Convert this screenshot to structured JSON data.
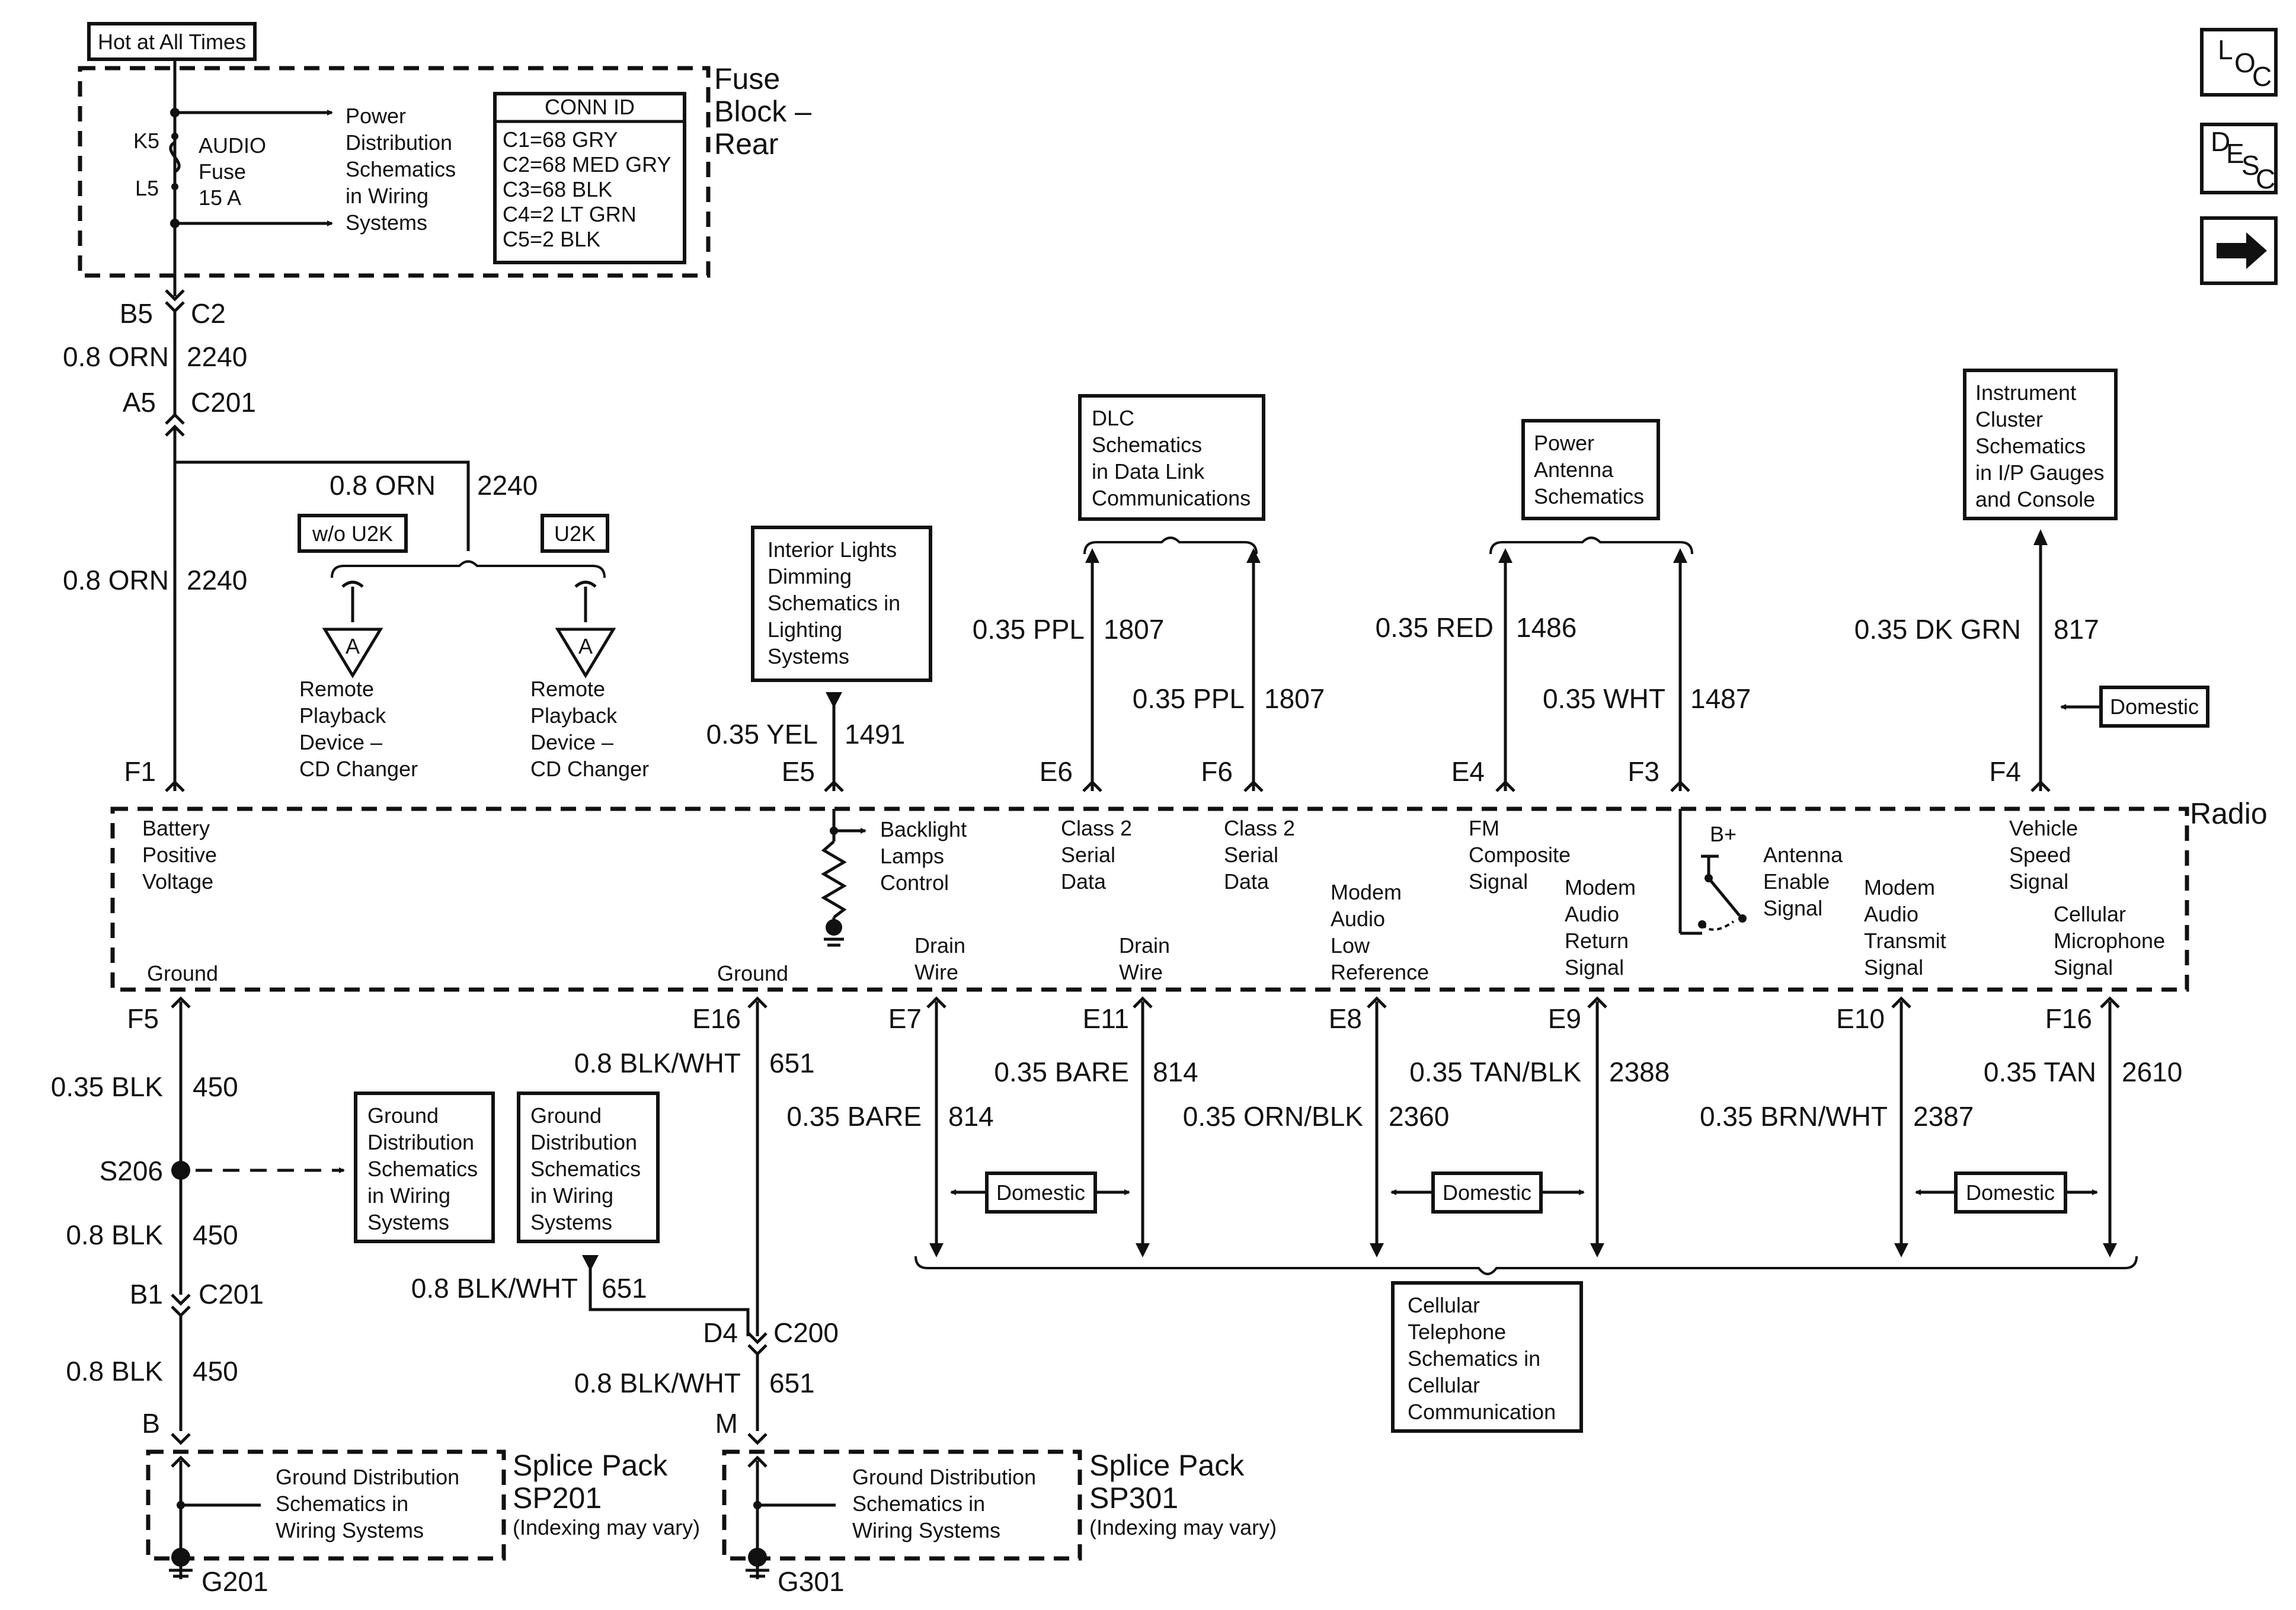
{
  "hot_at_all_times": "Hot at All Times",
  "fuse_block": {
    "title_lines": [
      "Fuse",
      "Block –",
      "Rear"
    ],
    "k5": "K5",
    "l5": "L5",
    "fuse_lines": [
      "AUDIO",
      "Fuse",
      "15 A"
    ],
    "power_dist_lines": [
      "Power",
      "Distribution",
      "Schematics",
      "in Wiring",
      "Systems"
    ],
    "conn_id_title": "CONN ID",
    "conn_id_rows": [
      "C1=68 GRY",
      "C2=68 MED GRY",
      "C3=68 BLK",
      "C4=2 LT GRN",
      "C5=2 BLK"
    ]
  },
  "nav": {
    "loc": [
      "L",
      "O",
      "C"
    ],
    "desc": [
      "D",
      "E",
      "S",
      "C"
    ],
    "arrow": "→"
  },
  "left_feed": {
    "b5": "B5",
    "c2": "C2",
    "wire1": "0.8 ORN",
    "ckt1": "2240",
    "a5": "A5",
    "c201": "C201",
    "wire2": "0.8 ORN",
    "ckt2": "2240",
    "wire3": "0.8 ORN",
    "ckt3": "2240",
    "f1": "F1"
  },
  "options": {
    "wo_u2k": "w/o U2K",
    "u2k": "U2K",
    "triangle_label": "A",
    "remote_lines": [
      "Remote",
      "Playback",
      "Device –",
      "CD Changer"
    ]
  },
  "interior_lights_lines": [
    "Interior Lights",
    "Dimming",
    "Schematics in",
    "Lighting",
    "Systems"
  ],
  "e5_wire": "0.35 YEL",
  "e5_ckt": "1491",
  "e5": "E5",
  "dlc_lines": [
    "DLC",
    "Schematics",
    "in Data Link",
    "Communications"
  ],
  "e6_wire": "0.35 PPL",
  "e6_ckt": "1807",
  "e6": "E6",
  "f6_wire": "0.35 PPL",
  "f6_ckt": "1807",
  "f6": "F6",
  "power_antenna_lines": [
    "Power",
    "Antenna",
    "Schematics"
  ],
  "e4_wire": "0.35 RED",
  "e4_ckt": "1486",
  "e4": "E4",
  "f3_wire": "0.35 WHT",
  "f3_ckt": "1487",
  "f3": "F3",
  "cluster_lines": [
    "Instrument",
    "Cluster",
    "Schematics",
    "in I/P Gauges",
    "and Console"
  ],
  "f4_wire": "0.35 DK GRN",
  "f4_ckt": "817",
  "f4": "F4",
  "domestic": "Domestic",
  "radio": {
    "title": "Radio",
    "battery_lines": [
      "Battery",
      "Positive",
      "Voltage"
    ],
    "ground": "Ground",
    "backlight_lines": [
      "Backlight",
      "Lamps",
      "Control"
    ],
    "class2_lines": [
      "Class 2",
      "Serial",
      "Data"
    ],
    "drain_lines": [
      "Drain",
      "Wire"
    ],
    "fm_lines": [
      "FM",
      "Composite",
      "Signal"
    ],
    "modem_low_lines": [
      "Modem",
      "Audio",
      "Low",
      "Reference"
    ],
    "modem_return_lines": [
      "Modem",
      "Audio",
      "Return",
      "Signal"
    ],
    "b_plus": "B+",
    "antenna_lines": [
      "Antenna",
      "Enable",
      "Signal"
    ],
    "modem_transmit_lines": [
      "Modem",
      "Audio",
      "Transmit",
      "Signal"
    ],
    "vss_lines": [
      "Vehicle",
      "Speed",
      "Signal"
    ],
    "cell_mic_lines": [
      "Cellular",
      "Microphone",
      "Signal"
    ]
  },
  "bottom": {
    "f5": "F5",
    "f5_wire": "0.35 BLK",
    "f5_ckt": "450",
    "s206": "S206",
    "gd_lines": [
      "Ground",
      "Distribution",
      "Schematics",
      "in Wiring",
      "Systems"
    ],
    "s206_wire": "0.8 BLK",
    "s206_ckt": "450",
    "b1": "B1",
    "c201": "C201",
    "b1_wire": "0.8 BLK",
    "b1_ckt": "450",
    "b": "B",
    "sp201_box_lines": [
      "Ground Distribution",
      "Schematics in",
      "Wiring Systems"
    ],
    "sp201_title_lines": [
      "Splice Pack",
      "SP201"
    ],
    "indexing": "(Indexing may vary)",
    "g201": "G201",
    "e16": "E16",
    "e16_wire": "0.8 BLK/WHT",
    "e16_ckt": "651",
    "gd2_wire": "0.8 BLK/WHT",
    "gd2_ckt": "651",
    "d4": "D4",
    "c200": "C200",
    "d4_wire": "0.8 BLK/WHT",
    "d4_ckt": "651",
    "m": "M",
    "sp301_box_lines": [
      "Ground Distribution",
      "Schematics in",
      "Wiring Systems"
    ],
    "sp301_title_lines": [
      "Splice Pack",
      "SP301"
    ],
    "g301": "G301",
    "e7": "E7",
    "e7_wire": "0.35 BARE",
    "e7_ckt": "814",
    "e11": "E11",
    "e11_wire": "0.35 BARE",
    "e11_ckt": "814",
    "e8": "E8",
    "e8_wire": "0.35 ORN/BLK",
    "e8_ckt": "2360",
    "e9": "E9",
    "e9_wire": "0.35 TAN/BLK",
    "e9_ckt": "2388",
    "e10": "E10",
    "e10_wire": "0.35 BRN/WHT",
    "e10_ckt": "2387",
    "f16": "F16",
    "f16_wire": "0.35 TAN",
    "f16_ckt": "2610",
    "cellular_lines": [
      "Cellular",
      "Telephone",
      "Schematics in",
      "Cellular",
      "Communication"
    ]
  }
}
